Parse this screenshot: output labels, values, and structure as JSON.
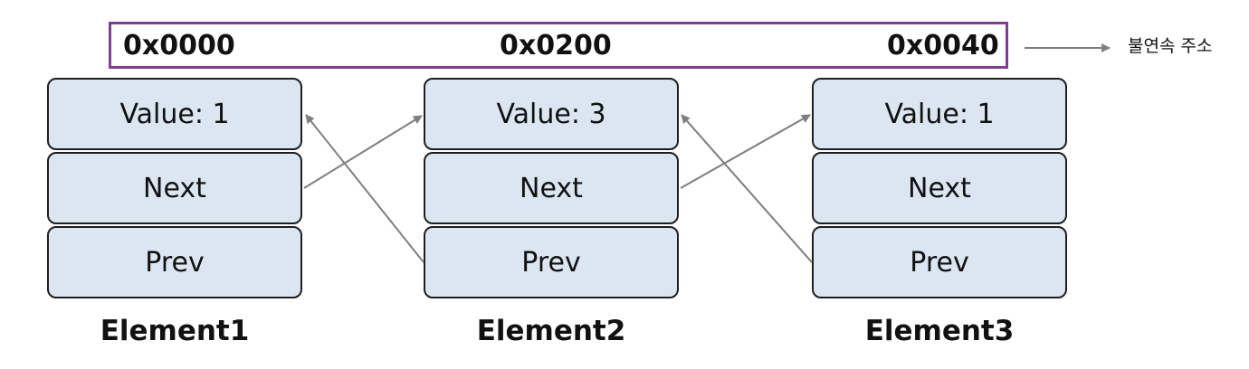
{
  "address_bar": {
    "addresses": [
      "0x0000",
      "0x0200",
      "0x0040"
    ],
    "legend_label": "불연속 주소"
  },
  "elements": [
    {
      "name": "Element1",
      "value": "Value: 1",
      "next": "Next",
      "prev": "Prev"
    },
    {
      "name": "Element2",
      "value": "Value: 3",
      "next": "Next",
      "prev": "Prev"
    },
    {
      "name": "Element3",
      "value": "Value: 1",
      "next": "Next",
      "prev": "Prev"
    }
  ],
  "colors": {
    "box_fill": "#dce6f2",
    "box_border": "#1e1e1e",
    "address_border": "#7f3f8f",
    "arrow": "#7f7f7f"
  }
}
